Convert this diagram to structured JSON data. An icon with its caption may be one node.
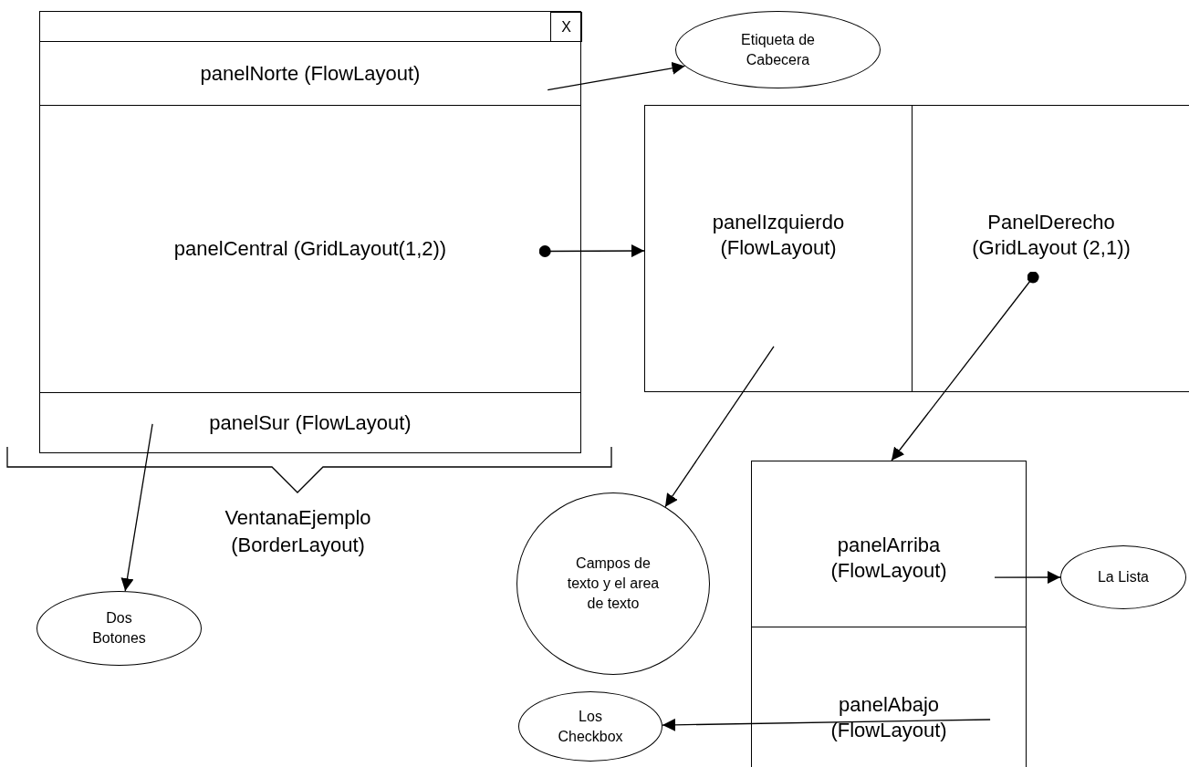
{
  "diagram": {
    "nodes": [
      {
        "text": [
          "VentanaEjemplo (BorderLayout)"
        ]
      },
      {
        "text": [
          "X"
        ],
        "in": 0
      },
      {
        "text": [
          "panelNorte (FlowLayout)"
        ],
        "in": 0
      },
      {
        "text": [
          "panelCentral (GridLayout(1,2))"
        ],
        "in": 0
      },
      {
        "text": [
          "panelSur (FlowLayout)"
        ],
        "in": 0
      },
      {
        "text": [
          "Etiqueta de Cabecera"
        ]
      },
      {
        "text": [],
        "shape": "box"
      },
      {
        "text": [
          "panelIzquierdo (FlowLayout)"
        ],
        "in": 6
      },
      {
        "text": [
          "PanelDerecho (GridLayout (2,1))"
        ],
        "in": 6
      },
      {
        "text": [
          "Campos de texto y el area de texto"
        ]
      },
      {
        "text": [],
        "shape": "box"
      },
      {
        "text": [
          "panelArriba (FlowLayout)"
        ],
        "in": 10
      },
      {
        "text": [
          "panelAbajo (FlowLayout)"
        ],
        "in": 10
      },
      {
        "text": [
          "La Lista"
        ]
      },
      {
        "text": [
          "Los Checkbox"
        ]
      },
      {
        "text": [
          "Dos Botones"
        ]
      }
    ],
    "edges": [
      {
        "from": 2,
        "to": 5,
        "arrow": "to"
      },
      {
        "from": 3,
        "to": 6,
        "arrow": "to"
      },
      {
        "from": 4,
        "to": 15,
        "arrow": "to"
      },
      {
        "from": 7,
        "to": 9,
        "arrow": "to"
      },
      {
        "from": 8,
        "to": 10,
        "arrow": "to"
      },
      {
        "from": 11,
        "to": 13,
        "arrow": "to"
      },
      {
        "from": 12,
        "to": 14,
        "arrow": "to"
      }
    ]
  }
}
